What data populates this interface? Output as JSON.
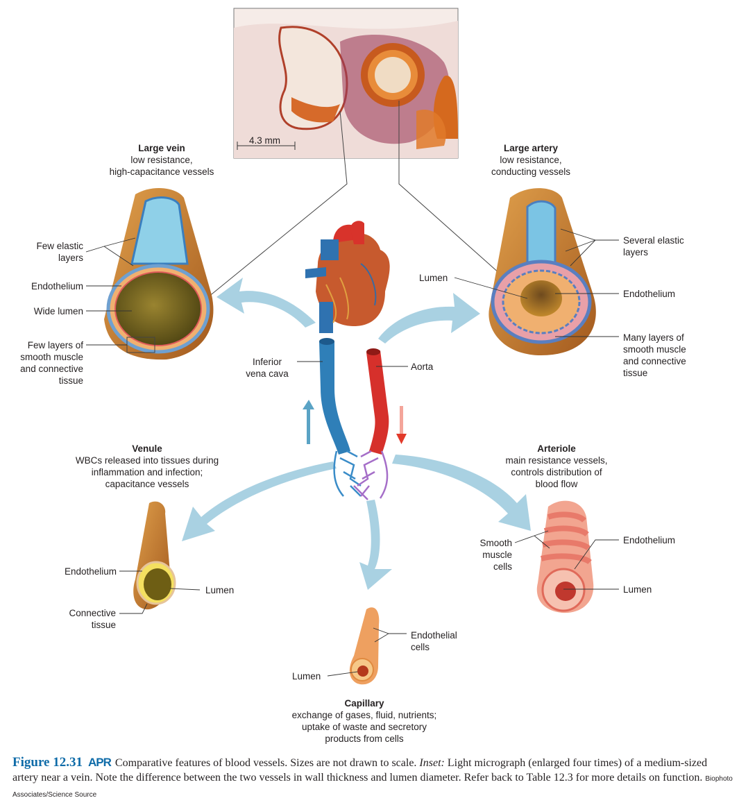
{
  "micrograph": {
    "scale_label": "4.3 mm"
  },
  "large_vein": {
    "title": "Large vein",
    "subtitle": [
      "low resistance,",
      "high-capacitance vessels"
    ],
    "labels": {
      "few_elastic": [
        "Few elastic",
        "layers"
      ],
      "endothelium": "Endothelium",
      "wide_lumen": "Wide lumen",
      "few_layers": [
        "Few layers of",
        "smooth muscle",
        "and connective",
        "tissue"
      ]
    }
  },
  "large_artery": {
    "title": "Large artery",
    "subtitle": [
      "low resistance,",
      "conducting vessels"
    ],
    "labels": {
      "lumen": "Lumen",
      "several_elastic": [
        "Several elastic",
        "layers"
      ],
      "endothelium": "Endothelium",
      "many_layers": [
        "Many layers of",
        "smooth muscle",
        "and connective",
        "tissue"
      ]
    }
  },
  "heart": {
    "inferior_vena_cava": [
      "Inferior",
      "vena cava"
    ],
    "aorta": "Aorta"
  },
  "venule": {
    "title": "Venule",
    "subtitle": [
      "WBCs released into tissues during",
      "inflammation and infection;",
      "capacitance vessels"
    ],
    "labels": {
      "endothelium": "Endothelium",
      "lumen": "Lumen",
      "connective": [
        "Connective",
        "tissue"
      ]
    }
  },
  "arteriole": {
    "title": "Arteriole",
    "subtitle": [
      "main resistance vessels,",
      "controls distribution of",
      "blood flow"
    ],
    "labels": {
      "smooth_muscle": [
        "Smooth",
        "muscle",
        "cells"
      ],
      "endothelium": "Endothelium",
      "lumen": "Lumen"
    }
  },
  "capillary": {
    "title": "Capillary",
    "subtitle": [
      "exchange of gases, fluid, nutrients;",
      "uptake of waste and secretory",
      "products from cells"
    ],
    "labels": {
      "endothelial_cells": [
        "Endothelial",
        "cells"
      ],
      "lumen": "Lumen"
    }
  },
  "caption": {
    "figure_number": "Figure 12.31",
    "apr": "APR",
    "text1": "Comparative features of blood vessels. Sizes are not drawn to scale.",
    "inset": "Inset:",
    "text2": "Light micrograph (enlarged four times) of a medium-sized artery near a vein. Note the difference between the two vessels in wall thickness and lumen diameter. Refer back to Table 12.3 for more details on function.",
    "credit": "Biophoto Associates/Science Source"
  },
  "colors": {
    "caption_blue": "#0e6ba8",
    "vein_blue": "#2f7fb8",
    "artery_red": "#d6302b",
    "flow_arrow": "#9cc9dc"
  }
}
